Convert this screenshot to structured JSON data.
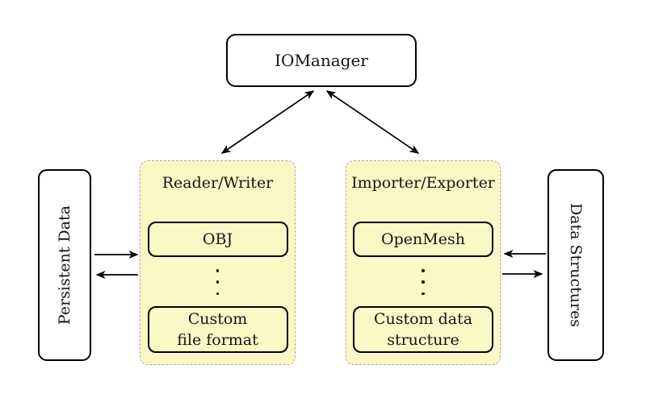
{
  "diagram": {
    "top_node": {
      "label": "IOManager"
    },
    "left_side_node": {
      "label": "Persistent Data"
    },
    "right_side_node": {
      "label": "Data Structures"
    },
    "containers": [
      {
        "title": "Reader/Writer",
        "items": [
          {
            "lines": [
              "OBJ"
            ]
          },
          {
            "lines": [
              "Custom",
              "file format"
            ]
          }
        ],
        "ellipsis": "⋮"
      },
      {
        "title": "Importer/Exporter",
        "items": [
          {
            "lines": [
              "OpenMesh"
            ]
          },
          {
            "lines": [
              "Custom data",
              "structure"
            ]
          }
        ],
        "ellipsis": "⋮"
      }
    ],
    "edges": [
      {
        "from": "IOManager",
        "to": "Reader/Writer",
        "bidirectional": true
      },
      {
        "from": "IOManager",
        "to": "Importer/Exporter",
        "bidirectional": true
      },
      {
        "from": "Persistent Data",
        "to": "Reader/Writer",
        "bidirectional": false
      },
      {
        "from": "Reader/Writer",
        "to": "Persistent Data",
        "bidirectional": false
      },
      {
        "from": "Importer/Exporter",
        "to": "Data Structures",
        "bidirectional": false
      },
      {
        "from": "Data Structures",
        "to": "Importer/Exporter",
        "bidirectional": false
      }
    ]
  },
  "colors": {
    "container_fill": "#FBF8C6",
    "container_border": "#A9A9A9",
    "node_fill": "#FFFFFF",
    "node_border": "#000000",
    "arrow_color": "#000000",
    "page_bg": "#FFFFFF",
    "text_color": "#141414"
  }
}
